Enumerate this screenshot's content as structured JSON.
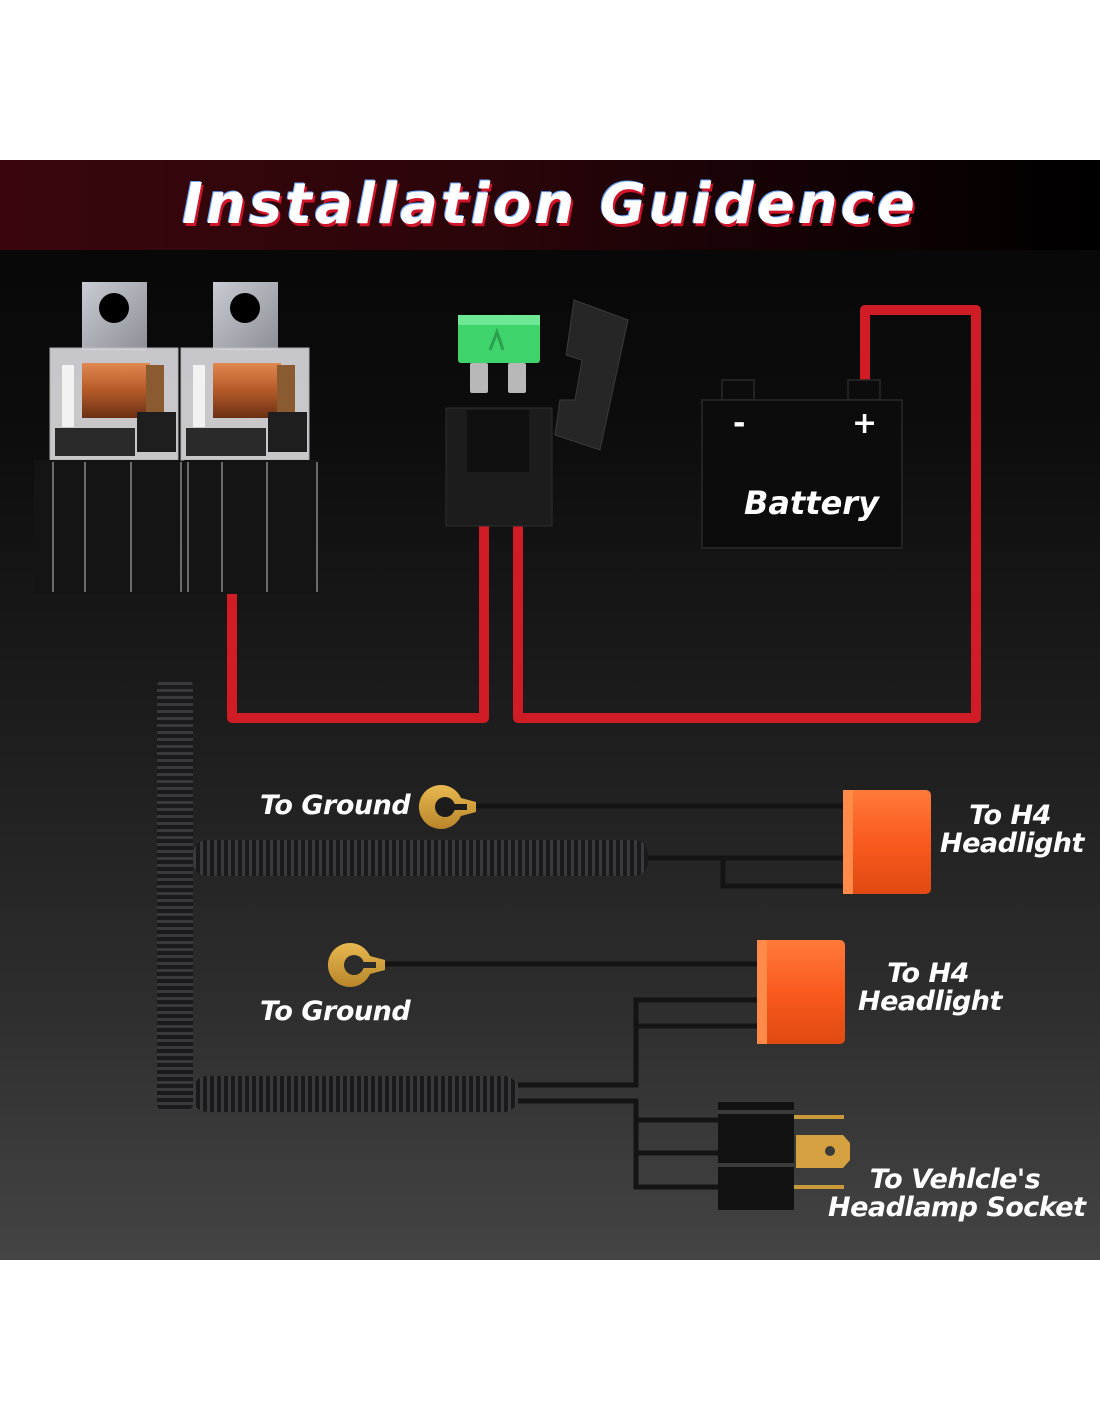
{
  "title": "Installation Guidence",
  "colors": {
    "power_wire": "#d01c24",
    "signal_wire": "#141414",
    "headlight_connector": "#fa5a1e",
    "ground_ring": "#d9a441",
    "fuse": "#3fd36b",
    "banner_left": "#3a060c",
    "banner_right": "#000000"
  },
  "components": {
    "relays": {
      "count": 2,
      "label": ""
    },
    "fuse_holder": {
      "label": ""
    },
    "battery": {
      "label": "Battery",
      "negative_symbol": "-",
      "positive_symbol": "+"
    }
  },
  "labels": {
    "ground_1": "To Ground",
    "ground_2": "To Ground",
    "headlight_1_line1": "To H4",
    "headlight_1_line2": "Headlight",
    "headlight_2_line1": "To H4",
    "headlight_2_line2": "Headlight",
    "socket_line1": "To Vehlcle's",
    "socket_line2": "Headlamp Socket"
  }
}
